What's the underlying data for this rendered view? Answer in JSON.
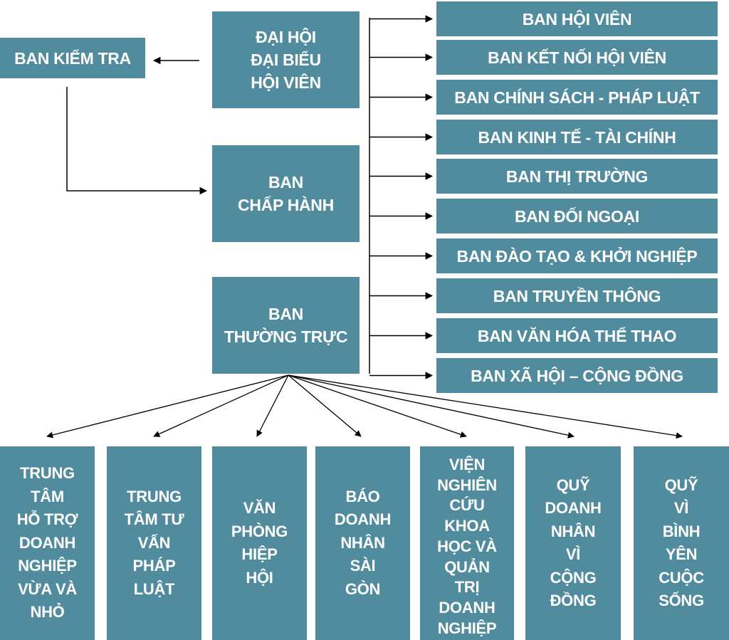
{
  "diagram": {
    "type": "org-chart",
    "box_color": "#518B9E",
    "text_color": "#FFFFFF",
    "line_color": "#000000"
  },
  "nodes": {
    "ban_kiem_tra": "BAN KIỂM TRA",
    "dai_hoi": "ĐẠI HỘI\nĐẠI BIỂU\nHỘI VIÊN",
    "ban_chap_hanh": "BAN\nCHẤP HÀNH",
    "ban_thuong_truc": "BAN\nTHƯỜNG TRỰC"
  },
  "committees": [
    "BAN HỘI VIÊN",
    "BAN KẾT NỐI HỘI VIÊN",
    "BAN CHÍNH SÁCH - PHÁP LUẬT",
    "BAN KINH TẾ - TÀI CHÍNH",
    "BAN THỊ TRƯỜNG",
    "BAN ĐỐI NGOẠI",
    "BAN ĐÀO TẠO & KHỞI NGHIỆP",
    "BAN TRUYỀN THÔNG",
    "BAN VĂN HÓA THỂ THAO",
    "BAN XÃ HỘI – CỘNG ĐỒNG"
  ],
  "units": [
    "TRUNG\nTÂM\nHỖ TRỢ\nDOANH\nNGHIỆP\nVỪA VÀ\nNHỎ",
    "TRUNG\nTÂM TƯ\nVẤN\nPHÁP\nLUẬT",
    "VĂN\nPHÒNG\nHIỆP\nHỘI",
    "BÁO\nDOANH\nNHÂN\nSÀI\nGÒN",
    "VIỆN\nNGHIÊN\nCỨU\nKHOA\nHỌC VÀ\nQUẢN\nTRỊ\nDOANH\nNGHIỆP",
    "QUỸ\nDOANH\nNHÂN\nVÌ\nCỘNG\nĐỒNG",
    "QUỸ\nVÌ\nBÌNH\nYÊN\nCUỘC\nSỐNG"
  ],
  "edges": [
    {
      "from": "dai_hoi",
      "to": "ban_kiem_tra"
    },
    {
      "from": "ban_kiem_tra",
      "to": "ban_chap_hanh"
    },
    {
      "from": "trunk",
      "to": "committees"
    },
    {
      "from": "ban_thuong_truc",
      "to": "units"
    }
  ]
}
